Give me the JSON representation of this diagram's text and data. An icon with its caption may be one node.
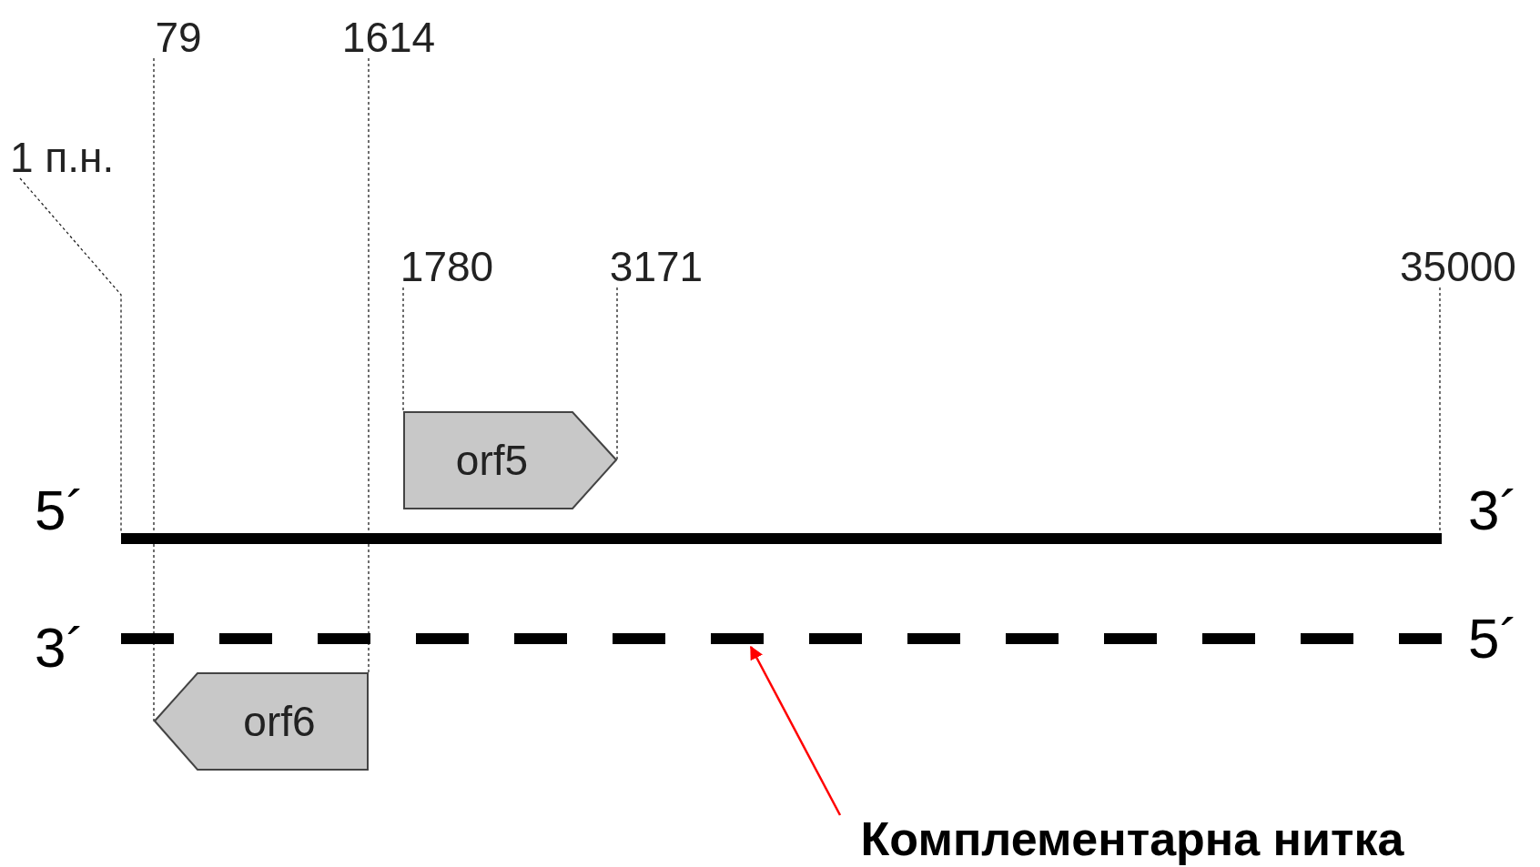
{
  "diagram": {
    "nodes": [
      {
        "text": [
          "79"
        ]
      },
      {
        "text": [
          "1614"
        ]
      },
      {
        "text": [
          "1 п.н."
        ]
      },
      {
        "text": [
          "1780"
        ]
      },
      {
        "text": [
          "3171"
        ]
      },
      {
        "text": [
          "35000"
        ]
      },
      {
        "text": [
          "orf5"
        ]
      },
      {
        "text": [],
        "shape": "bar",
        "beside": [
          "5´",
          "3´"
        ]
      },
      {
        "text": [],
        "shape": "bar",
        "beside": [
          "3´",
          "5´"
        ]
      },
      {
        "text": [
          "orf6"
        ]
      },
      {
        "text": [
          "Комплементарна нитка"
        ]
      }
    ],
    "edges": [
      {
        "from": 0,
        "to": 9,
        "arrow": "none",
        "style": "dashed"
      },
      {
        "from": 1,
        "to": 9,
        "arrow": "none",
        "style": "dashed"
      },
      {
        "from": 2,
        "to": 7,
        "arrow": "none",
        "style": "dashed"
      },
      {
        "from": 3,
        "to": 6,
        "arrow": "none",
        "style": "dashed"
      },
      {
        "from": 4,
        "to": 6,
        "arrow": "none",
        "style": "dashed"
      },
      {
        "from": 5,
        "to": 7,
        "arrow": "none",
        "style": "dashed"
      },
      {
        "from": 10,
        "to": 8,
        "arrow": "to",
        "color": "#ff0000"
      }
    ]
  }
}
